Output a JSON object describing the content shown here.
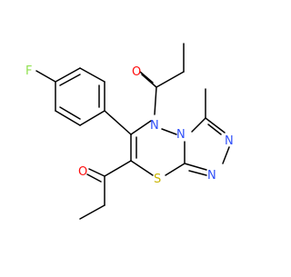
{
  "molecule": {
    "atom_labels": {
      "fluorine": "F",
      "oxygen_top": "O",
      "oxygen_left": "O",
      "nitrogen_ring": "N",
      "nitrogen_bridge": "N",
      "nitrogen_triazole_upper": "N",
      "nitrogen_triazole_lower": "N",
      "sulfur": "S"
    },
    "colors": {
      "bond": "#000000",
      "fluorine": "#90e050",
      "oxygen": "#ff0d0d",
      "nitrogen": "#3050f8",
      "sulfur": "#c8b400"
    }
  }
}
